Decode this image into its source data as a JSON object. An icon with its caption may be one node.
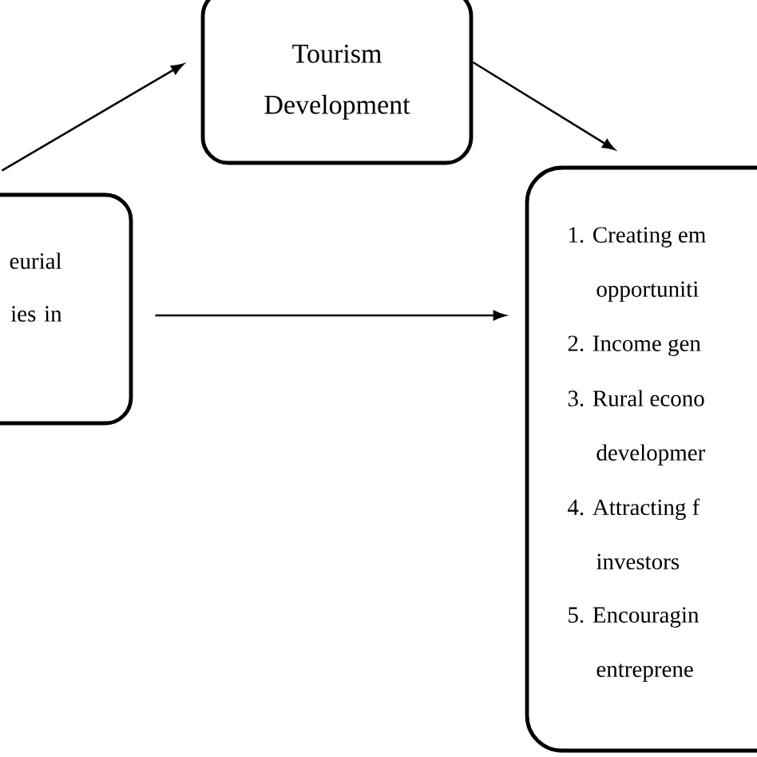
{
  "diagram": {
    "nodes": [
      {
        "text": [
          "Tourism Development"
        ]
      },
      {
        "text": [
          "eurial ies in"
        ]
      },
      {
        "text": [
          "1. Creating em opportuniti",
          "2. Income gen",
          "3. Rural econo developmer",
          "4. Attracting f investors",
          "5. Encouragin entreprene"
        ]
      }
    ],
    "edges": [
      {
        "from": 1,
        "to": 0,
        "arrow": "to"
      },
      {
        "from": 1,
        "to": 2,
        "arrow": "to"
      },
      {
        "from": 0,
        "to": 2,
        "arrow": "to"
      }
    ]
  }
}
